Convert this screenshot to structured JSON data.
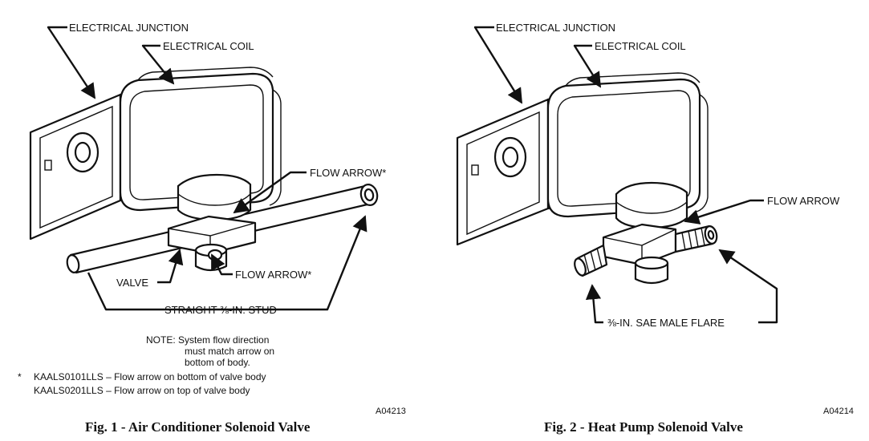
{
  "fig1": {
    "labels": {
      "electrical_junction": "ELECTRICAL JUNCTION",
      "electrical_coil": "ELECTRICAL COIL",
      "flow_arrow_top": "FLOW ARROW*",
      "valve": "VALVE",
      "flow_arrow_bottom": "FLOW ARROW*",
      "stud": "STRAIGHT ⅜-IN. STUD"
    },
    "note": {
      "line1": "NOTE: System flow direction",
      "line2": "must  match arrow on",
      "line3": "bottom of body."
    },
    "footnote": {
      "star": "*",
      "line1": "KAALS0101LLS – Flow arrow on bottom of valve body",
      "line2": "KAALS0201LLS – Flow arrow on top of valve body"
    },
    "code": "A04213",
    "caption": "Fig. 1 - Air Conditioner Solenoid Valve"
  },
  "fig2": {
    "labels": {
      "electrical_junction": "ELECTRICAL JUNCTION",
      "electrical_coil": "ELECTRICAL COIL",
      "flow_arrow": "FLOW ARROW",
      "flare": "⅜-IN. SAE MALE FLARE"
    },
    "code": "A04214",
    "caption": "Fig. 2 - Heat Pump Solenoid Valve"
  }
}
